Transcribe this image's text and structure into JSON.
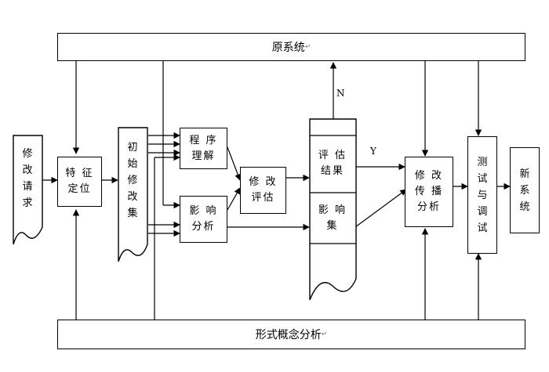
{
  "original_system": "原系统",
  "formal_concept_analysis": "形式概念分析",
  "modification_request": [
    "修",
    "改",
    "请",
    "求"
  ],
  "feature_location": [
    "特 征",
    "定位"
  ],
  "initial_change_set": [
    "初",
    "始",
    "修",
    "改",
    "集"
  ],
  "program_understanding": [
    "程  序",
    "理解"
  ],
  "impact_analysis": [
    "影  响",
    "分析"
  ],
  "change_evaluation": [
    "修  改",
    "评估"
  ],
  "evaluation_result": [
    "评  估",
    "结果"
  ],
  "impact_set": [
    "影  响",
    "集"
  ],
  "change_propagation": [
    "修  改",
    "传  播",
    "分析"
  ],
  "test_and_debug": [
    "测",
    "试",
    "与",
    "调",
    "试"
  ],
  "new_system": [
    "新",
    "系",
    "统"
  ],
  "label_n": "N",
  "label_y": "Y",
  "return_mark": "↵"
}
